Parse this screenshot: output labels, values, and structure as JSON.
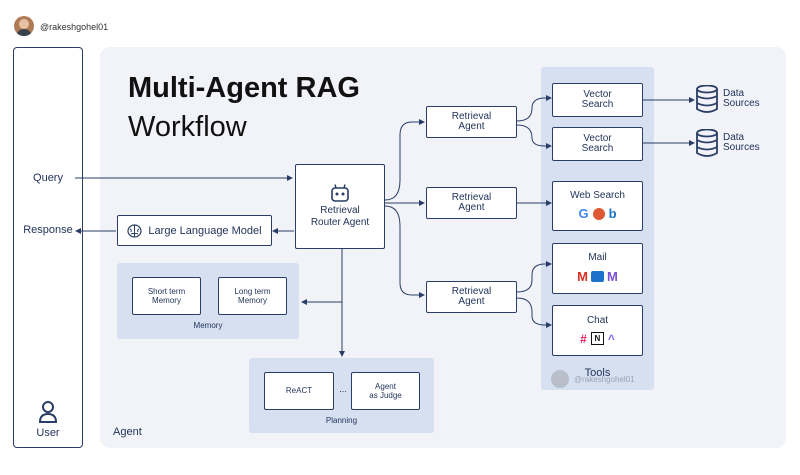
{
  "header": {
    "handle": "@rakeshgohel01"
  },
  "title": {
    "line1": "Multi-Agent RAG",
    "line2": "Workflow"
  },
  "user_panel": {
    "query": "Query",
    "response": "Response",
    "user": "User"
  },
  "agent_region": {
    "label": "Agent"
  },
  "router": {
    "line1": "Retrieval",
    "line2": "Router Agent"
  },
  "llm": {
    "label": "Large Language Model"
  },
  "memory": {
    "short_l1": "Short term",
    "short_l2": "Memory",
    "long_l1": "Long term",
    "long_l2": "Memory",
    "label": "Memory"
  },
  "planning": {
    "react": "ReACT",
    "ellipsis": "...",
    "judge_l1": "Agent",
    "judge_l2": "as Judge",
    "label": "Planning"
  },
  "retrieval_agents": [
    {
      "l1": "Retrieval",
      "l2": "Agent"
    },
    {
      "l1": "Retrieval",
      "l2": "Agent"
    },
    {
      "l1": "Retrieval",
      "l2": "Agent"
    }
  ],
  "tools": {
    "label": "Tools",
    "vector1": {
      "l1": "Vector",
      "l2": "Search"
    },
    "vector2": {
      "l1": "Vector",
      "l2": "Search"
    },
    "web": "Web Search",
    "mail": "Mail",
    "chat": "Chat",
    "watermark": "@rakeshgohel01"
  },
  "data_sources": [
    {
      "l1": "Data",
      "l2": "Sources"
    },
    {
      "l1": "Data",
      "l2": "Sources"
    }
  ],
  "colors": {
    "navy": "#2a3d66",
    "panel": "#f0f2f7",
    "inner": "#d6e0f1",
    "text": "#1f3157"
  }
}
